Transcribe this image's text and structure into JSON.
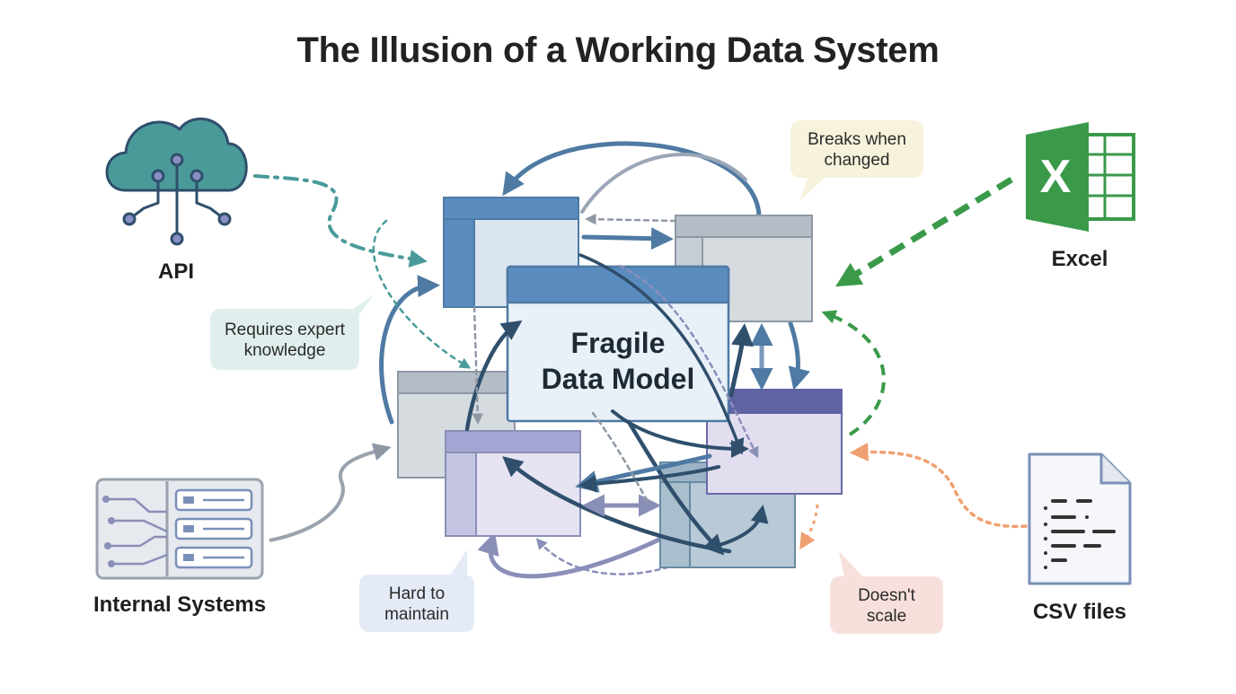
{
  "title": "The Illusion of a Working Data System",
  "core": {
    "label": "Fragile\nData Model"
  },
  "sources": {
    "api": "API",
    "excel": "Excel",
    "internal": "Internal Systems",
    "csv": "CSV files"
  },
  "bubbles": {
    "expert": "Requires expert\nknowledge",
    "breaks": "Breaks when\nchanged",
    "maintain": "Hard to\nmaintain",
    "scale": "Doesn't\nscale"
  },
  "colors": {
    "api": "#4a9a9a",
    "excel": "#3a9a4a",
    "internal": "#9aa3ad",
    "csv": "#f0a070",
    "core_header": "#5a8cc0",
    "core_body": "#e8f0f8"
  },
  "icons": {
    "api": "cloud-network-icon",
    "excel": "excel-icon",
    "internal": "server-icon",
    "csv": "csv-file-icon"
  }
}
